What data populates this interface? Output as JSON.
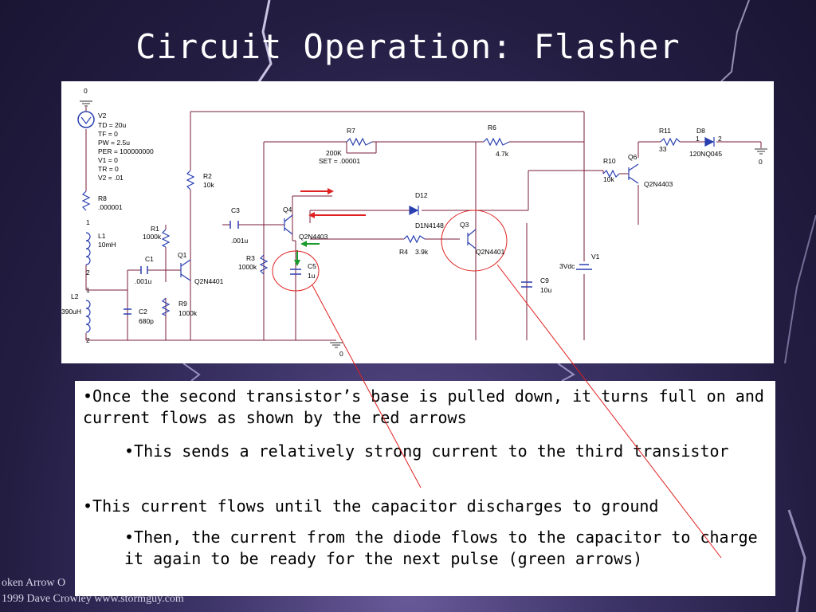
{
  "slide": {
    "title": "Circuit Operation: Flasher",
    "bullets": [
      "•Once the second transistor’s base is pulled down, it turns full on and current flows as shown by the red arrows",
      "•This sends a relatively strong current to the third transistor",
      "•This current flows until the capacitor discharges to ground",
      "•Then, the current from the diode flows to the capacitor to charge it again to be ready for the next pulse (green arrows)"
    ],
    "credit_line1": "oken Arrow O",
    "credit_line2": "1999  Dave Crowley   www.stormguy.com"
  },
  "schematic": {
    "v2_name": "V2",
    "v2_params": [
      "TD = 20u",
      "TF = 0",
      "PW = 2.5u",
      "PER = 100000000",
      "V1 = 0",
      "TR = 0",
      "V2 = .01"
    ],
    "gnd_top": "0",
    "gnd_bottom": "0",
    "gnd_right": "0",
    "r8_name": "R8",
    "r8_value": ".000001",
    "l1_name": "L1",
    "l1_value": "10mH",
    "l1_pin1": "1",
    "l1_pin2": "2",
    "l2_name": "L2",
    "l2_value": "390uH",
    "l2_pin1": "1",
    "l2_pin2": "2",
    "r2_name": "R2",
    "r2_value": "10k",
    "r1_name": "R1",
    "r1_value": "1000k",
    "c1_name": "C1",
    "c1_value": ".001u",
    "c2_name": "C2",
    "c2_value": "680p",
    "q1_name": "Q1",
    "q1_model": "Q2N4401",
    "r9_name": "R9",
    "r9_value": "1000k",
    "c3_name": "C3",
    "c3_value": ".001u",
    "r3_name": "R3",
    "r3_value": "1000k",
    "q4_name": "Q4",
    "q4_model": "Q2N4403",
    "c5_name": "C5",
    "c5_value": "1u",
    "r7_name": "R7",
    "r7_value": "200K",
    "r7_set": "SET = .00001",
    "r6_name": "R6",
    "r6_value": "4.7k",
    "d12_name": "D12",
    "d12_model": "D1N4148",
    "r4_name": "R4",
    "r4_value": "3.9k",
    "q3_name": "Q3",
    "q3_model": "Q2N4401",
    "r10_name": "R10",
    "r10_value": "10k",
    "q6_name": "Q6",
    "q6_model": "Q2N4403",
    "r11_name": "R11",
    "r11_value": "33",
    "d8_name": "D8",
    "d8_model": "120NQ045",
    "d8_pin1": "1",
    "d8_pin2": "2",
    "v1_name": "V1",
    "v1_value": "3Vdc",
    "c9_name": "C9",
    "c9_value": "10u"
  },
  "colors": {
    "wire": "#7a1e3a",
    "resistor": "#2a3fb0",
    "red_arrow": "#e02020",
    "green_arrow": "#1a9a2a",
    "label": "#000000"
  }
}
